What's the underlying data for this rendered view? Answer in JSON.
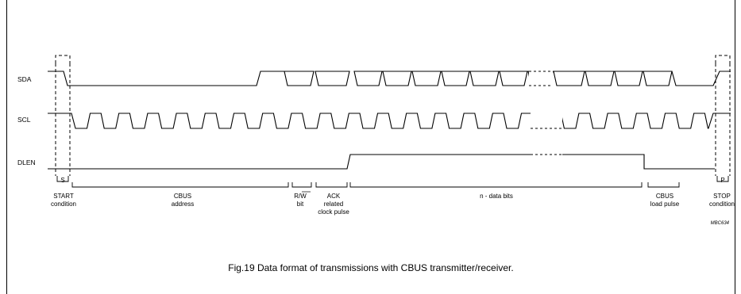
{
  "signals": {
    "sda": "SDA",
    "scl": "SCL",
    "dlen": "DLEN"
  },
  "markers": {
    "start_symbol": "S",
    "stop_symbol": "P"
  },
  "segments": {
    "start": [
      "START",
      "condition"
    ],
    "address": [
      "CBUS",
      "address"
    ],
    "rw": [
      "R/W",
      "bit"
    ],
    "ack": [
      "ACK",
      "related",
      "clock pulse"
    ],
    "data": [
      "n - data bits"
    ],
    "load": [
      "CBUS",
      "load pulse"
    ],
    "stop": [
      "STOP",
      "condition"
    ]
  },
  "code": "MBC634",
  "caption": "Fig.19  Data format of transmissions with CBUS transmitter/receiver."
}
